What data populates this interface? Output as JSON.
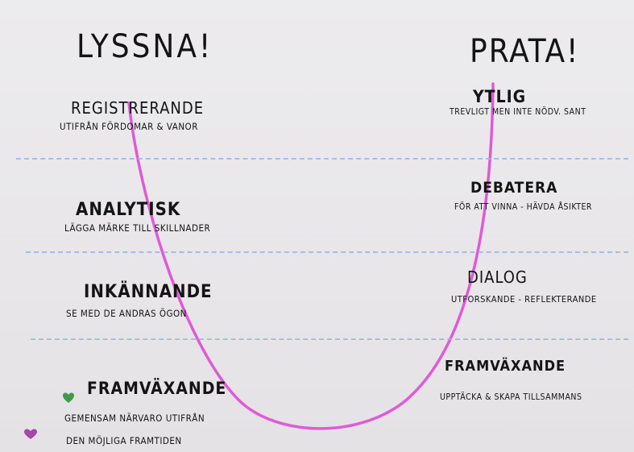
{
  "left_column": {
    "title": "LYSSNA!",
    "levels": [
      {
        "heading": "REGISTRERANDE",
        "subtext": "UTIFRÅN FÖRDOMAR & VANOR"
      },
      {
        "heading": "ANALYTISK",
        "subtext": "LÄGGA MÄRKE TILL SKILLNADER"
      },
      {
        "heading": "INKÄNNANDE",
        "subtext": "SE MED DE ANDRAS ÖGON"
      },
      {
        "heading": "FRAMVÄXANDE",
        "subtext_line1": "GEMENSAM NÄRVARO UTIFRÅN",
        "subtext_line2": "DEN MÖJLIGA FRAMTIDEN"
      }
    ]
  },
  "right_column": {
    "title": "PRATA!",
    "levels": [
      {
        "heading": "YTLIG",
        "subtext": "TREVLIGT MEN INTE NÖDV. SANT"
      },
      {
        "heading": "DEBATERA",
        "subtext": "FÖR ATT VINNA - HÄVDA ÅSIKTER"
      },
      {
        "heading": "DIALOG",
        "subtext": "UTFORSKANDE - REFLEKTERANDE"
      },
      {
        "heading": "FRAMVÄXANDE",
        "subtext": "UPPTÄCKA & SKAPA TILLSAMMANS"
      }
    ]
  },
  "colors": {
    "u_curve": "#e05ad8",
    "dashes": "#9ab7e0",
    "green_heart": "#3f9a4a",
    "purple_heart": "#a447a8"
  }
}
